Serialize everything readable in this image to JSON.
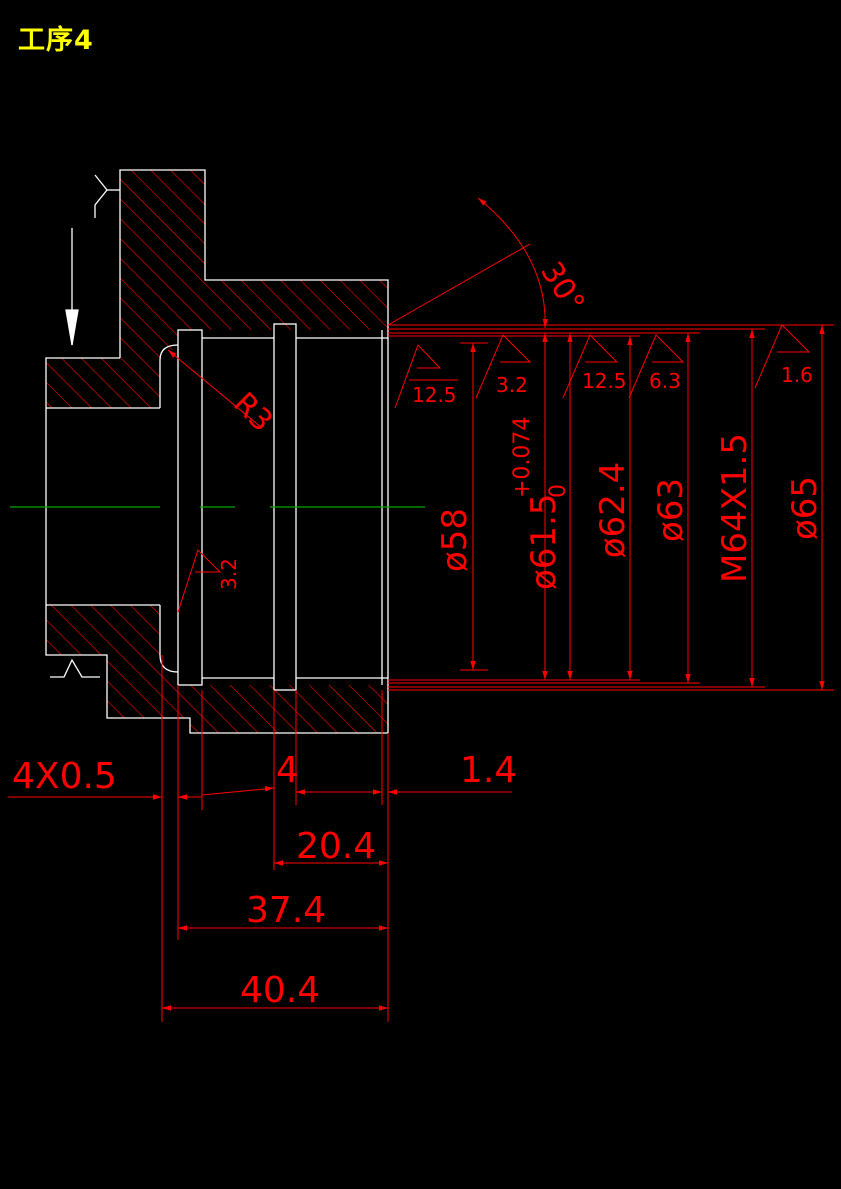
{
  "title": "工序4",
  "colors": {
    "background": "#000000",
    "outline": "#ffffff",
    "hatch": "#ff0000",
    "dimension": "#ff0000",
    "centerline": "#00aa00",
    "title": "#ffff00"
  },
  "icons": [
    "arrow-icon",
    "surface-roughness-icon"
  ],
  "diametral_dimensions": [
    {
      "id": "d58",
      "text": "ø58"
    },
    {
      "id": "d61",
      "text": "ø61.5",
      "tol_upper": "+0.074",
      "tol_lower": "0"
    },
    {
      "id": "d624",
      "text": "ø62.4"
    },
    {
      "id": "d63",
      "text": "ø63"
    },
    {
      "id": "m64",
      "text": "M64X1.5"
    },
    {
      "id": "d65",
      "text": "ø65"
    }
  ],
  "roughness_marks": [
    {
      "id": "r1",
      "text": "12.5"
    },
    {
      "id": "r2",
      "text": "3.2"
    },
    {
      "id": "r3",
      "text": "12.5"
    },
    {
      "id": "r4",
      "text": "6.3"
    },
    {
      "id": "r5",
      "text": "1.6"
    },
    {
      "id": "r6",
      "text": "3.2"
    }
  ],
  "linear_dimensions": [
    {
      "id": "chamfer",
      "text": "4X0.5"
    },
    {
      "id": "groove",
      "text": "4"
    },
    {
      "id": "right",
      "text": "1.4"
    },
    {
      "id": "l204",
      "text": "20.4"
    },
    {
      "id": "l374",
      "text": "37.4"
    },
    {
      "id": "l404",
      "text": "40.4"
    }
  ],
  "radius": "R3",
  "angle": "30°"
}
